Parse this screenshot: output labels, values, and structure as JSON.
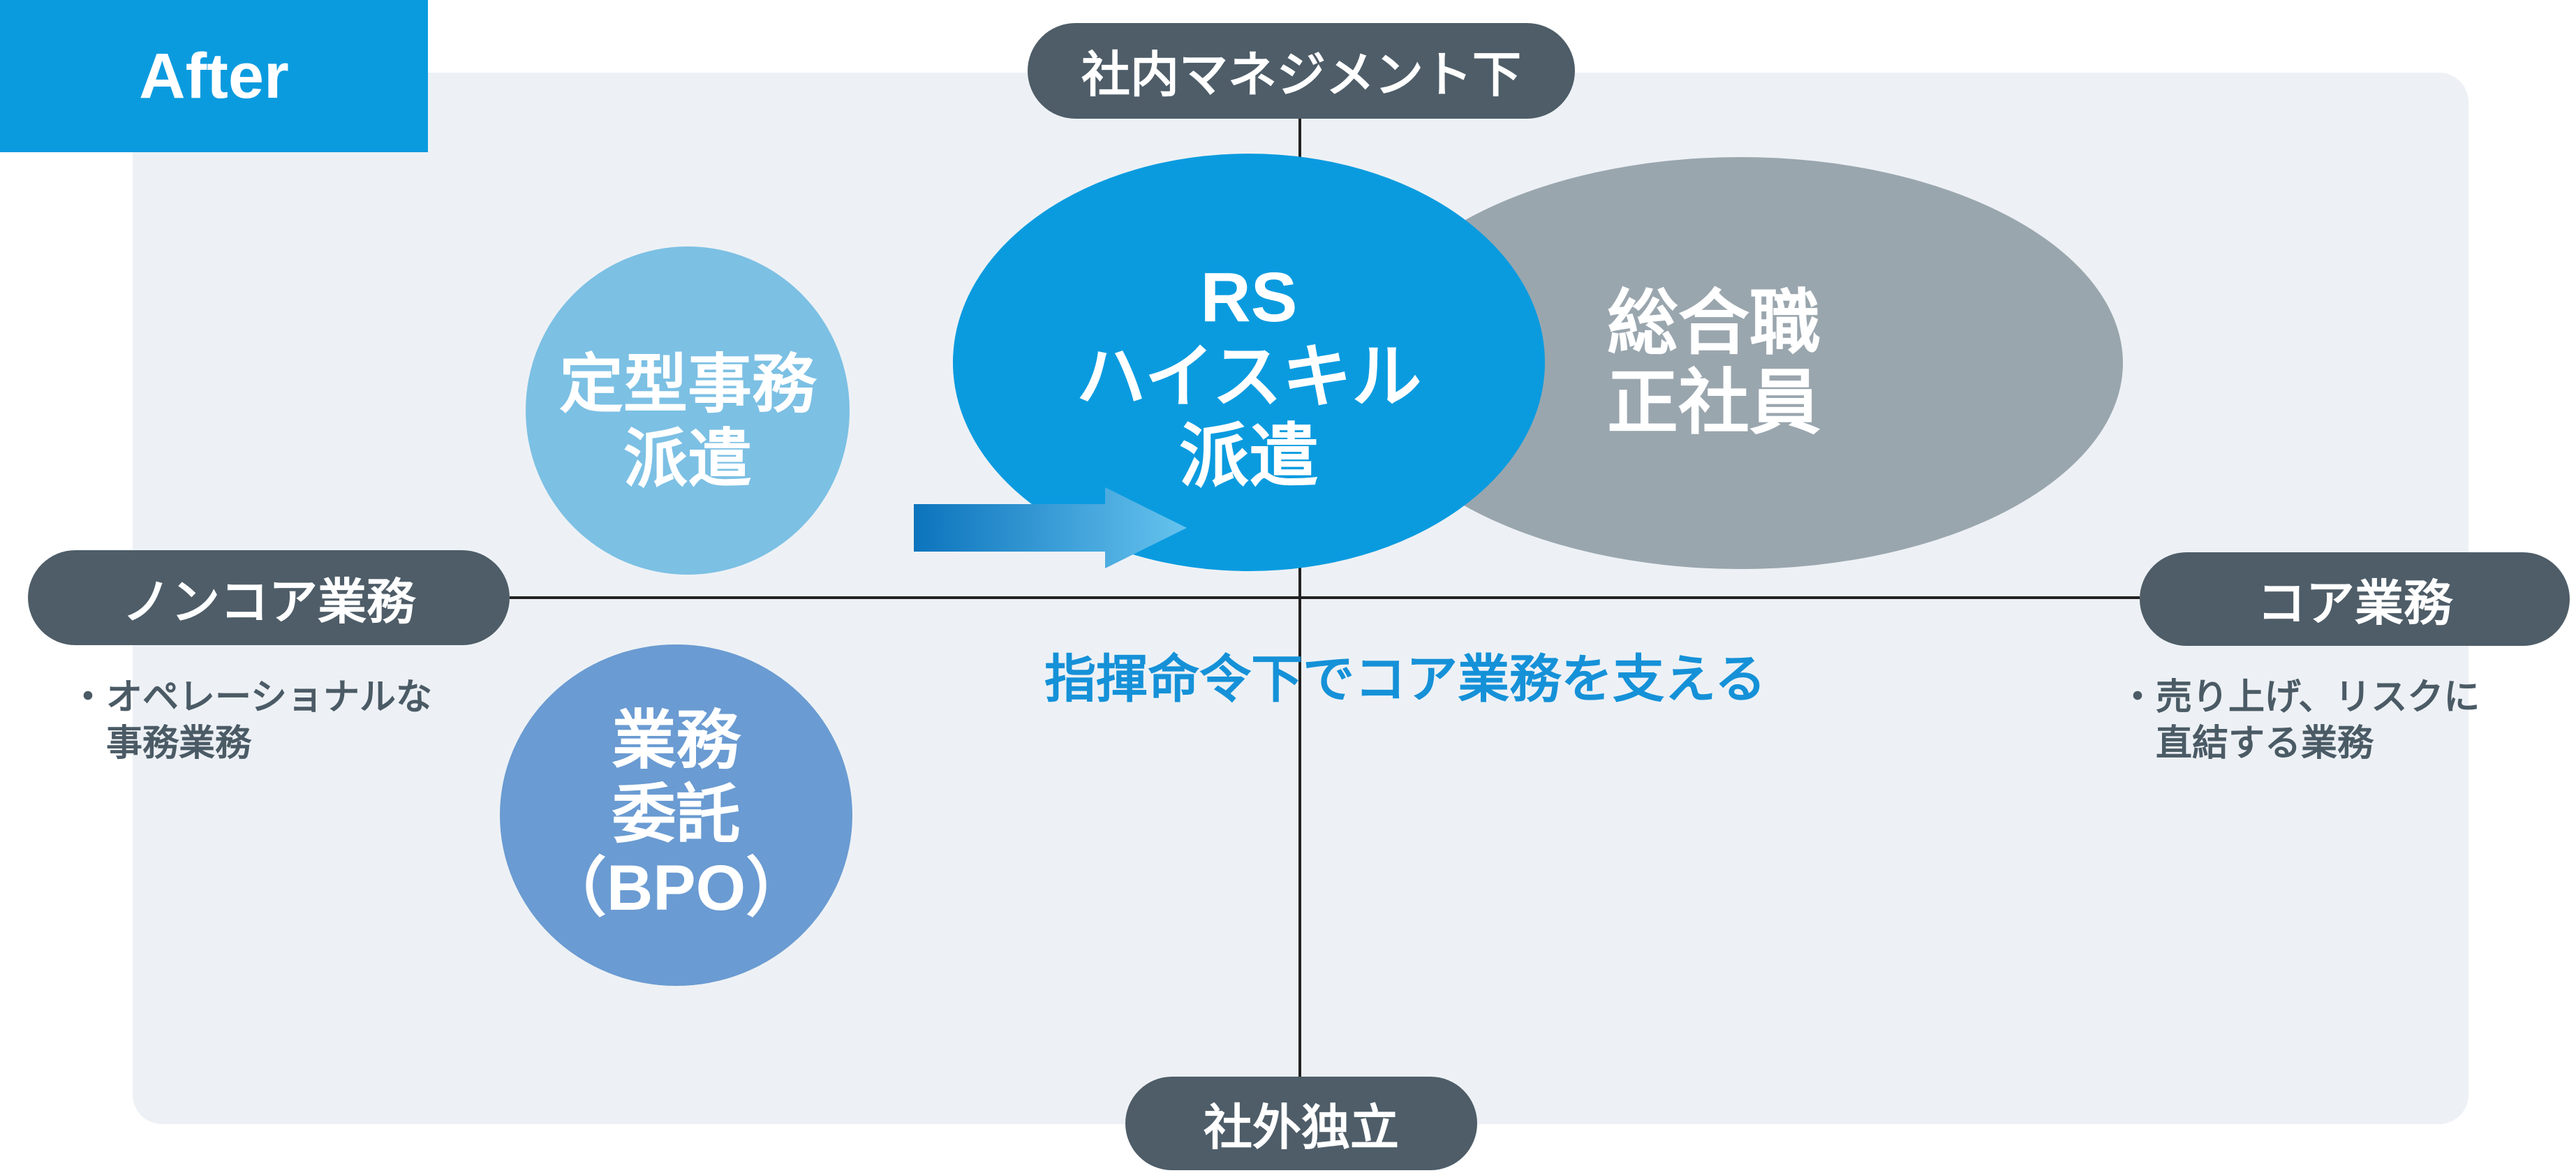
{
  "badge": {
    "label": "After"
  },
  "axes": {
    "top": "社内マネジメント下",
    "bottom": "社外独立",
    "left": "ノンコア業務",
    "right": "コア業務"
  },
  "notes": {
    "left": {
      "line1": "・オペレーショナルな",
      "line2": "事務業務"
    },
    "right": {
      "line1": "・売り上げ、リスクに",
      "line2": "直結する業務"
    }
  },
  "bubbles": {
    "routine": {
      "line1": "定型事務",
      "line2": "派遣"
    },
    "rs": {
      "line1": "RS",
      "line2": "ハイスキル",
      "line3": "派遣"
    },
    "fulltime": {
      "line1": "総合職",
      "line2": "正社員"
    },
    "bpo": {
      "line1": "業務",
      "line2": "委託",
      "line3": "（BPO）"
    }
  },
  "caption": "指揮命令下でコア業務を支える",
  "arrow": {
    "direction": "right"
  },
  "colors": {
    "accent-blue": "#0a9bdf",
    "light-blue": "#7cc0e4",
    "medium-blue": "#6a9bd2",
    "gray-ellipse": "#9aa6ae",
    "pill-slate": "#4e5d68",
    "panel": "#edf1f5",
    "caption-blue": "#1591d8",
    "note-slate": "#4b5b66",
    "axis-line": "#222222",
    "arrow-start": "#0c74bd",
    "arrow-end": "#66c3ee"
  }
}
